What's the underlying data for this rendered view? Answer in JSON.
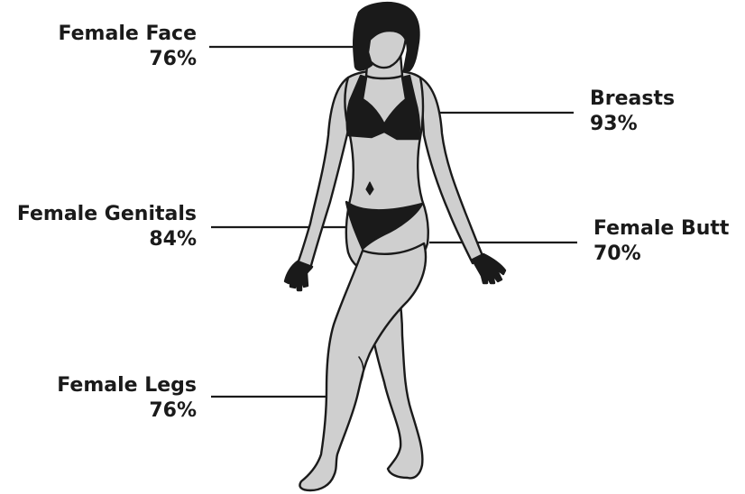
{
  "labels": {
    "face": {
      "name": "Female Face",
      "pct": "76%"
    },
    "breasts": {
      "name": "Breasts",
      "pct": "93%"
    },
    "genitals": {
      "name": "Female Genitals",
      "pct": "84%"
    },
    "butt": {
      "name": "Female Butt",
      "pct": "70%"
    },
    "legs": {
      "name": "Female Legs",
      "pct": "76%"
    }
  },
  "colors": {
    "skin": "#cfcfcf",
    "outline": "#1a1a1a",
    "hair": "#1a1a1a",
    "bikini": "#1a1a1a",
    "leader": "#1a1a1a"
  }
}
